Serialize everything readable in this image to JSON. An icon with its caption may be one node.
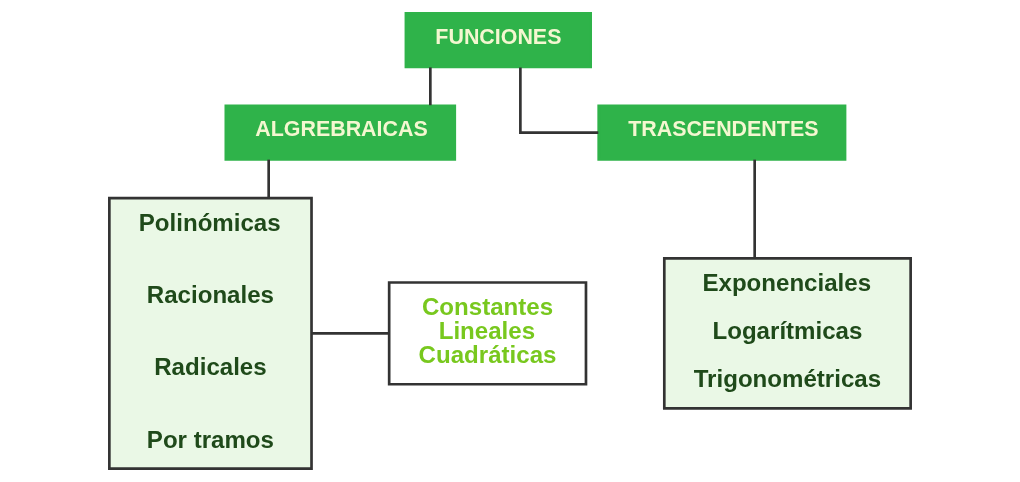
{
  "diagram": {
    "nodes": [
      {
        "text": [
          "FUNCIONES"
        ]
      },
      {
        "text": [
          "ALGREBRAICAS"
        ]
      },
      {
        "text": [
          "TRASCENDENTES"
        ]
      },
      {
        "text": [
          "Polinómicas",
          "Racionales",
          "Radicales",
          "Por tramos"
        ]
      },
      {
        "text": [
          "Constantes",
          "Lineales",
          "Cuadráticas"
        ]
      },
      {
        "text": [
          "Exponenciales",
          "Logarítmicas",
          "Trigonométricas"
        ]
      }
    ],
    "edges": [
      {
        "from": 0,
        "to": 1,
        "arrow": "none"
      },
      {
        "from": 0,
        "to": 2,
        "arrow": "none"
      },
      {
        "from": 1,
        "to": 3,
        "arrow": "none"
      },
      {
        "from": 3,
        "to": 4,
        "arrow": "none"
      },
      {
        "from": 2,
        "to": 5,
        "arrow": "none"
      }
    ]
  }
}
